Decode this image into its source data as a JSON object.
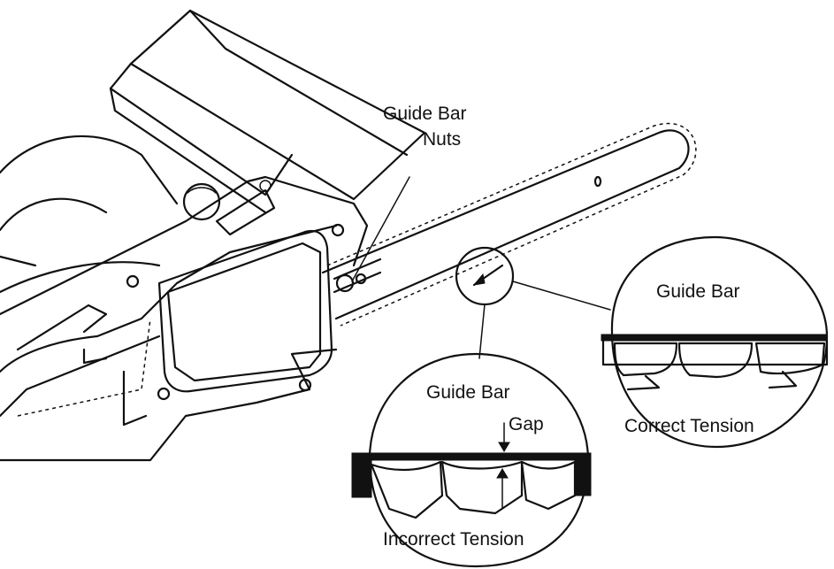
{
  "labels": {
    "nuts_line1": "Guide Bar",
    "nuts_line2": "Nuts",
    "correct_bar": "Guide Bar",
    "correct_caption": "Correct Tension",
    "incorrect_bar": "Guide Bar",
    "gap": "Gap",
    "incorrect_caption": "Incorrect Tension"
  },
  "colors": {
    "ink": "#111111",
    "paper": "#ffffff"
  }
}
